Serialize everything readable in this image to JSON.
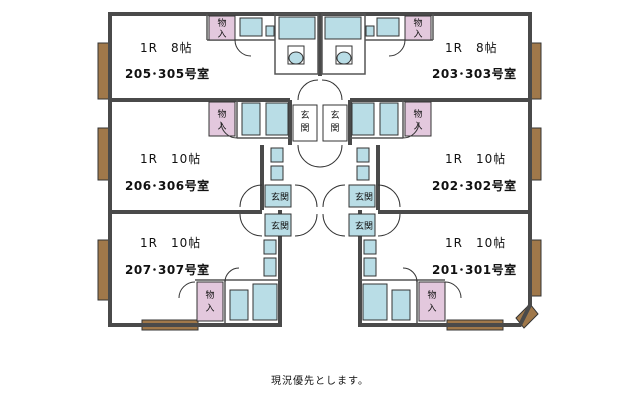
{
  "units": [
    {
      "id": "u205",
      "layout": "1R　8帖",
      "name": "205･305号室"
    },
    {
      "id": "u203",
      "layout": "1R　8帖",
      "name": "203･303号室"
    },
    {
      "id": "u206",
      "layout": "1R　10帖",
      "name": "206･306号室"
    },
    {
      "id": "u202",
      "layout": "1R　10帖",
      "name": "202･302号室"
    },
    {
      "id": "u207",
      "layout": "1R　10帖",
      "name": "207･307号室"
    },
    {
      "id": "u201",
      "layout": "1R　10帖",
      "name": "201･301号室"
    }
  ],
  "labels": {
    "closet_a": "物",
    "closet_b": "入",
    "entrance_a": "玄",
    "entrance_b": "関"
  },
  "colors": {
    "wall": "#4a4a4a",
    "closet": "#e3c8dd",
    "bath": "#b9dde6",
    "window": "#a0784a"
  },
  "note": "現況優先とします。"
}
